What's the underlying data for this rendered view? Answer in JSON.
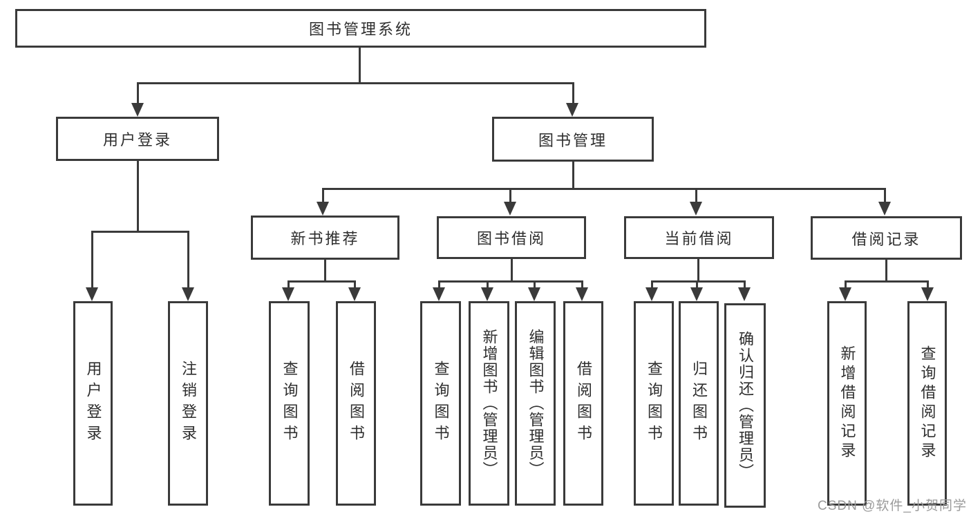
{
  "diagram": {
    "root": "图书管理系统",
    "branches": [
      {
        "label": "用户登录",
        "children": [
          "用户登录",
          "注销登录"
        ]
      },
      {
        "label": "图书管理",
        "groups": [
          {
            "label": "新书推荐",
            "children": [
              "查询图书",
              "借阅图书"
            ]
          },
          {
            "label": "图书借阅",
            "children": [
              "查询图书",
              "新增图书（管理员）",
              "编辑图书（管理员）",
              "借阅图书"
            ]
          },
          {
            "label": "当前借阅",
            "children": [
              "查询图书",
              "归还图书",
              "确认归还（管理员）"
            ]
          },
          {
            "label": "借阅记录",
            "children": [
              "新增借阅记录",
              "查询借阅记录"
            ]
          }
        ]
      }
    ]
  },
  "colors": {
    "line": "#3a3a3a",
    "text": "#2e2e2e",
    "watermark_gray": "#9b9b9b",
    "background": "#ffffff"
  },
  "watermark": "CSDN @软件_小贺同学"
}
